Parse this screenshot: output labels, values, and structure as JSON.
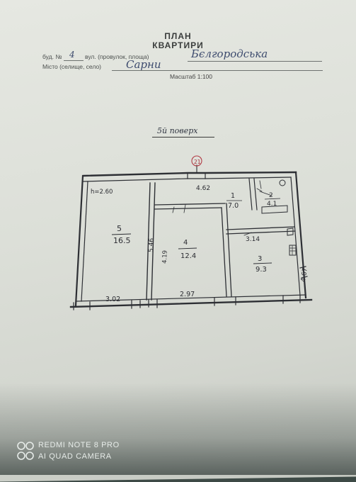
{
  "header": {
    "title_line1": "ПЛАН",
    "title_line2": "КВАРТИРИ",
    "building_label": "буд. №",
    "building_number": "4",
    "street_label": "вул. (провулок, площа)",
    "street_value": "Бєлгородська",
    "town_label": "Місто (селище, село)",
    "town_value": "Сарни",
    "scale": "Масштаб 1:100",
    "floor": "5й поверх"
  },
  "plan": {
    "axis_marker": "21",
    "overall_width": "4.62",
    "height_label": "h=2.60",
    "wall_left": "5.46",
    "wall_middle": "4.19",
    "right_wall": "4.67",
    "bottom_left": "3.02",
    "bottom_middle": "2.97",
    "middle_right": "3.14",
    "rooms": [
      {
        "num": "5",
        "area": "16.5"
      },
      {
        "num": "4",
        "area": "12.4"
      },
      {
        "num": "1",
        "area": "7.0"
      },
      {
        "num": "2",
        "area": "4.1"
      },
      {
        "num": "3",
        "area": "9.3"
      }
    ]
  },
  "watermark": {
    "line1": "REDMI NOTE 8 PRO",
    "line2": "AI QUAD CAMERA"
  }
}
